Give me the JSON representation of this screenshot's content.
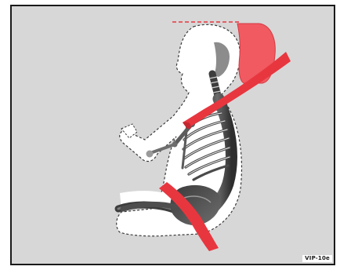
{
  "figure": {
    "code_label": "VIP-10e",
    "colors": {
      "background": "#d7d7d7",
      "frame": "#1a1a1a",
      "occupant_silhouette": "#ffffff",
      "outline_dashes": "#3a3a3a",
      "skeleton": "#4a4a4a",
      "seat_belt": "#e8363f",
      "head_restraint": "#f05a60"
    },
    "icons": [
      "occupant-silhouette",
      "skeleton",
      "head-restraint",
      "shoulder-belt",
      "lap-belt",
      "head-height-line"
    ]
  }
}
